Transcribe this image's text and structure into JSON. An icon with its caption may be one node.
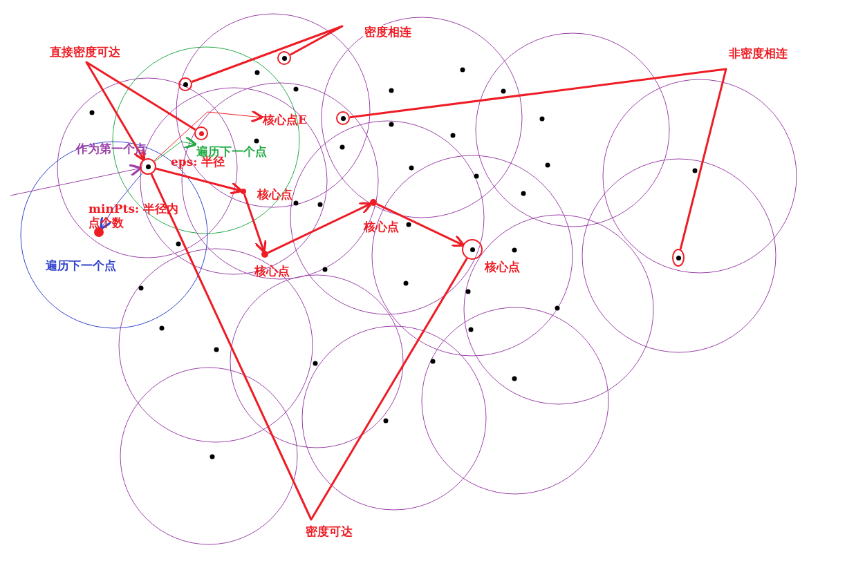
{
  "diagram": {
    "nodes": [
      {
        "text": [],
        "shape": "circle"
      },
      {
        "text": [],
        "shape": "circle"
      },
      {
        "text": [],
        "shape": "circle"
      },
      {
        "text": [],
        "shape": "circle"
      },
      {
        "text": [],
        "shape": "circle"
      },
      {
        "text": [],
        "shape": "circle"
      },
      {
        "text": [],
        "shape": "circle"
      },
      {
        "text": [],
        "shape": "circle"
      },
      {
        "text": [],
        "shape": "circle"
      },
      {
        "text": [],
        "shape": "circle"
      },
      {
        "text": [
          "核心点E"
        ]
      },
      {
        "text": [
          "遍历下一个点"
        ]
      },
      {
        "text": [],
        "shape": "circle"
      }
    ],
    "edges": [
      {
        "from": 0,
        "to": 1,
        "arrow": "to"
      },
      {
        "from": 1,
        "to": 2,
        "arrow": "to"
      },
      {
        "from": 2,
        "to": 3,
        "arrow": "to"
      },
      {
        "from": 3,
        "to": 4,
        "arrow": "to"
      },
      {
        "from": 5,
        "to": 0,
        "arrow": "to",
        "label": "直接密度可达"
      },
      {
        "from": 6,
        "to": 7,
        "arrow": "none",
        "label": "密度相连"
      },
      {
        "from": 8,
        "to": 9,
        "arrow": "none",
        "label": "非密度相连"
      },
      {
        "from": 0,
        "to": 4,
        "arrow": "none",
        "label": "密度可达"
      },
      {
        "from": 0,
        "to": 10,
        "arrow": "to"
      },
      {
        "from": 0,
        "to": 11,
        "arrow": "to",
        "color": "#22aa44"
      },
      {
        "from": null,
        "to": 0,
        "arrow": "to",
        "color": "#9b40a8"
      },
      {
        "from": 0,
        "to": 12,
        "arrow": "to",
        "color": "#3344cc"
      }
    ],
    "labels": [
      "作为第一个点",
      "eps: 半径",
      "核心点",
      "核心点",
      "核心点",
      "核心点",
      "minPts: 半径内点个数",
      "遍历下一个点"
    ]
  }
}
